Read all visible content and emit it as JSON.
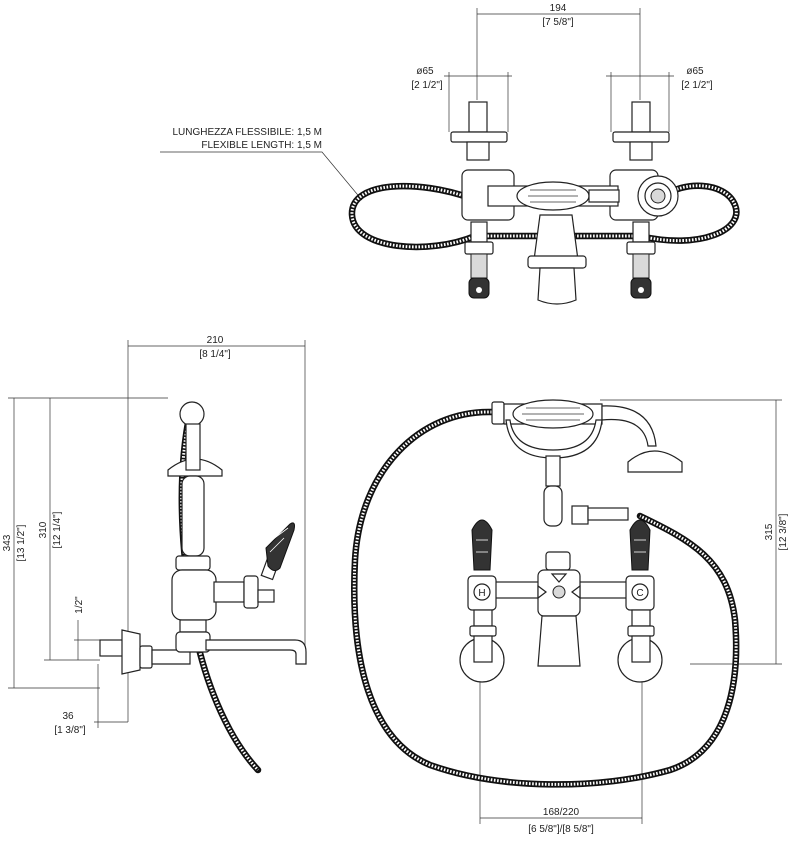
{
  "top_view": {
    "center_distance": "194",
    "center_distance_in": "[7 5/8\"]",
    "diameter_left": "ø65",
    "diameter_left_in": "[2 1/2\"]",
    "diameter_right": "ø65",
    "diameter_right_in": "[2 1/2\"]",
    "hose_note_it": "LUNGHEZZA FLESSIBILE: 1,5 M",
    "hose_note_en": "FLEXIBLE LENGTH: 1,5 M"
  },
  "side_view": {
    "depth": "210",
    "depth_in": "[8 1/4\"]",
    "total_height": "343",
    "total_height_in": "[13 1/2\"]",
    "height": "310",
    "height_in": "[12 1/4\"]",
    "thread": "1/2\"",
    "wall_offset": "36",
    "wall_offset_in": "[1 3/8\"]"
  },
  "front_view": {
    "height": "315",
    "height_in": "[12 3/8\"]",
    "center_distance": "168/220",
    "center_distance_in": "[6 5/8\"]/[8 5/8\"]",
    "hot_mark": "H",
    "cold_mark": "C"
  }
}
